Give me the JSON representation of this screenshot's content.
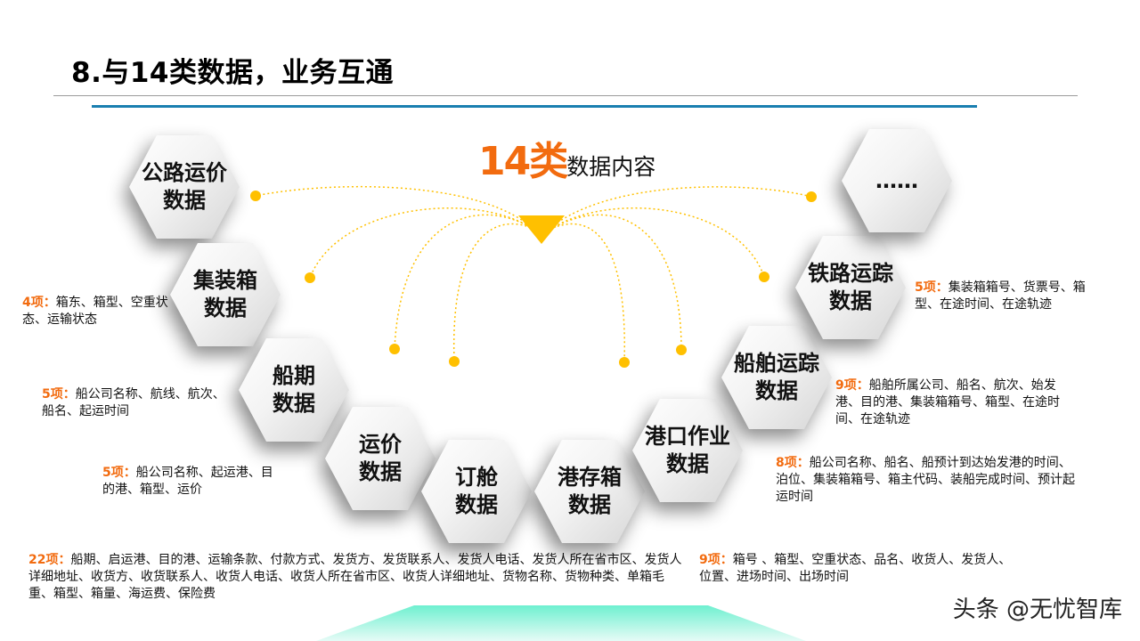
{
  "title": "8.与14类数据，业务互通",
  "heading": {
    "number": "14类",
    "text": "数据内容"
  },
  "colors": {
    "accent": "#f26b0f",
    "dot": "#ffc000",
    "blue_line": "#1a7fb0"
  },
  "hexagons": [
    {
      "label": "公路运价\n数据"
    },
    {
      "label": "集装箱\n数据"
    },
    {
      "label": "船期\n数据"
    },
    {
      "label": "运价\n数据"
    },
    {
      "label": "订舱\n数据"
    },
    {
      "label": "港存箱\n数据"
    },
    {
      "label": "港口作业\n数据"
    },
    {
      "label": "船舶运踪\n数据"
    },
    {
      "label": "铁路运踪\n数据"
    },
    {
      "label": "……"
    }
  ],
  "descriptions": [
    {
      "count": "4项：",
      "text": "箱东、箱型、空重状态、运输状态"
    },
    {
      "count": "5项：",
      "text": "船公司名称、航线、航次、船名、起运时间"
    },
    {
      "count": "5项：",
      "text": "船公司名称、起运港、目的港、箱型、运价"
    },
    {
      "count": "22项：",
      "text": "船期、启运港、目的港、运输条款、付款方式、发货方、发货联系人、发货人电话、发货人所在省市区、发货人详细地址、收货方、收货联系人、收货人电话、收货人所在省市区、收货人详细地址、货物名称、货物种类、单箱毛重、箱型、箱量、海运费、保险费"
    },
    {
      "count": "9项：",
      "text": "箱号 、箱型、空重状态、品名、收货人、发货人、位置、进场时间、出场时间"
    },
    {
      "count": "8项：",
      "text": "船公司名称、船名、船预计到达始发港的时间、泊位、集装箱箱号、箱主代码、装船完成时间、预计起运时间"
    },
    {
      "count": "9项：",
      "text": "船舶所属公司、船名、航次、始发港、目的港、集装箱箱号、箱型、在途时间、在途轨迹"
    },
    {
      "count": "5项：",
      "text": "集装箱箱号、货票号、箱型、在途时间、在途轨迹"
    }
  ],
  "watermark": "头条 @无忧智库"
}
